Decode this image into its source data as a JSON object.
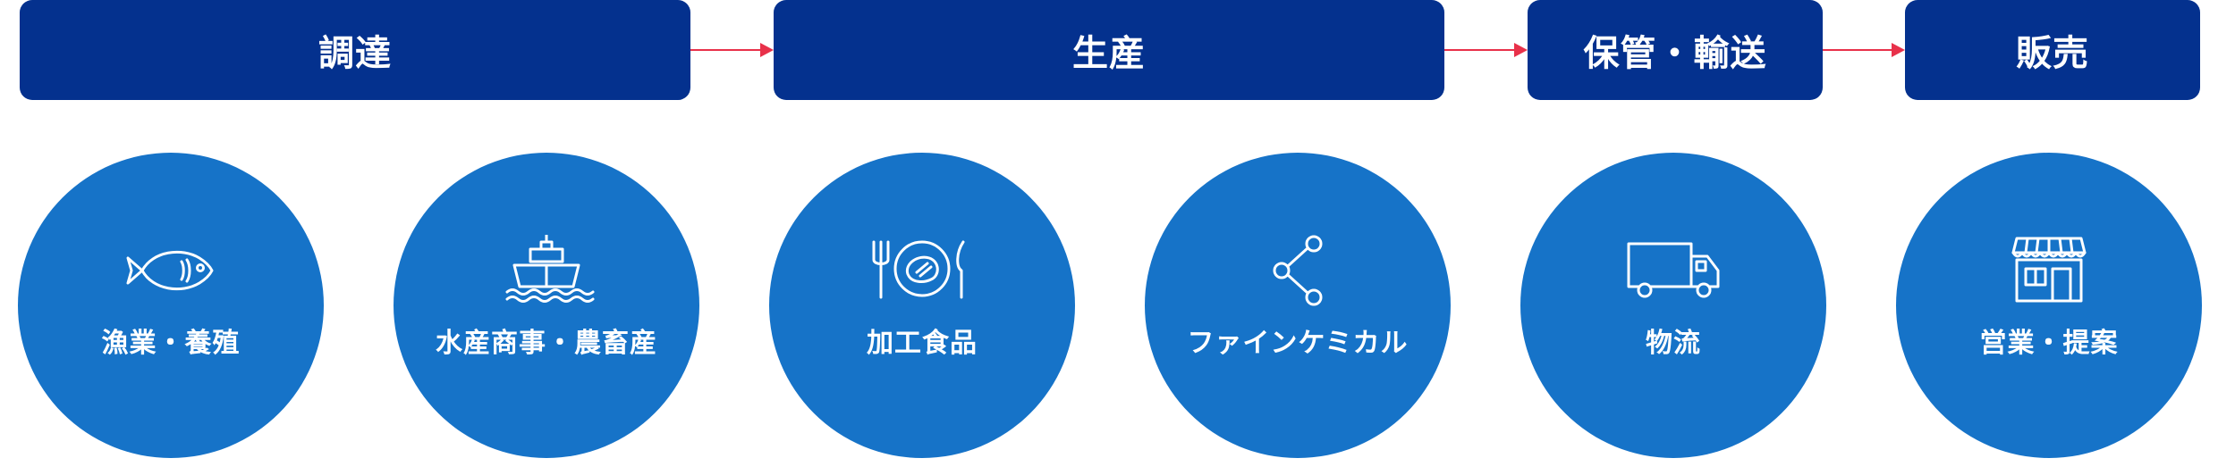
{
  "colors": {
    "stage_bg": "#04318e",
    "circle_bg": "#1673c8",
    "arrow": "#e8314a",
    "text": "#ffffff"
  },
  "stages": [
    {
      "label": "調達"
    },
    {
      "label": "生産"
    },
    {
      "label": "保管・輸送"
    },
    {
      "label": "販売"
    }
  ],
  "activities": [
    {
      "label": "漁業・養殖",
      "icon": "fish-icon"
    },
    {
      "label": "水産商事・農畜産",
      "icon": "ship-icon"
    },
    {
      "label": "加工食品",
      "icon": "plate-cutlery-icon"
    },
    {
      "label": "ファインケミカル",
      "icon": "share-nodes-icon"
    },
    {
      "label": "物流",
      "icon": "truck-icon"
    },
    {
      "label": "営業・提案",
      "icon": "storefront-icon"
    }
  ]
}
